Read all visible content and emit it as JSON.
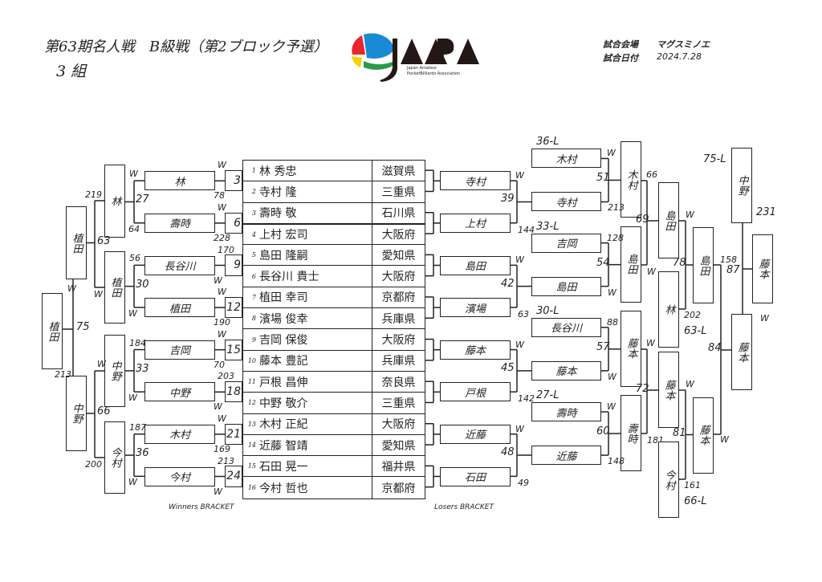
{
  "header": {
    "title": "第63期名人戦　B級戦（第2ブロック予選）",
    "group": "3 組",
    "venue_label": "試合会場",
    "venue": "マグスミノエ",
    "date_label": "試合日付",
    "date": "2024.7.28",
    "logo": {
      "text": "JAPA",
      "sub1": "Japan Amateur",
      "sub2": "PocketBilliards Association",
      "colors": [
        "#e8262c",
        "#1a8ad4",
        "#f5d200",
        "#2a9a4a",
        "#231815"
      ]
    }
  },
  "players": [
    {
      "no": "1",
      "name": "林 秀忠",
      "pref": "滋賀県"
    },
    {
      "no": "2",
      "name": "寺村 隆",
      "pref": "三重県"
    },
    {
      "no": "3",
      "name": "壽時 敬",
      "pref": "石川県"
    },
    {
      "no": "4",
      "name": "上村 宏司",
      "pref": "大阪府"
    },
    {
      "no": "5",
      "name": "島田 隆嗣",
      "pref": "愛知県"
    },
    {
      "no": "6",
      "name": "長谷川 貴士",
      "pref": "大阪府"
    },
    {
      "no": "7",
      "name": "植田 幸司",
      "pref": "京都府"
    },
    {
      "no": "8",
      "name": "濱場 俊幸",
      "pref": "兵庫県"
    },
    {
      "no": "9",
      "name": "吉岡 保俊",
      "pref": "大阪府"
    },
    {
      "no": "10",
      "name": "藤本 豊記",
      "pref": "兵庫県"
    },
    {
      "no": "11",
      "name": "戸根 昌伸",
      "pref": "奈良県"
    },
    {
      "no": "12",
      "name": "中野 敬介",
      "pref": "三重県"
    },
    {
      "no": "13",
      "name": "木村 正紀",
      "pref": "大阪府"
    },
    {
      "no": "14",
      "name": "近藤 智靖",
      "pref": "愛知県"
    },
    {
      "no": "15",
      "name": "石田 晃一",
      "pref": "福井県"
    },
    {
      "no": "16",
      "name": "今村 哲也",
      "pref": "京都府"
    }
  ],
  "winners": {
    "caption": "Winners BRACKET",
    "match_numbers": [
      "3",
      "6",
      "9",
      "12",
      "15",
      "18",
      "21",
      "24"
    ],
    "r1": [
      "林",
      "壽時",
      "長谷川",
      "植田",
      "吉岡",
      "中野",
      "木村",
      "今村"
    ],
    "r1_marks": [
      [
        "W",
        "78"
      ],
      [
        "W",
        "228"
      ],
      [
        "170",
        "W"
      ],
      [
        "W",
        "190"
      ],
      [
        "W",
        "70"
      ],
      [
        "203",
        "W"
      ],
      [
        "W",
        "169"
      ],
      [
        "213",
        "W"
      ]
    ],
    "r2": [
      "林",
      "植田",
      "中野",
      "今村"
    ],
    "r2_marks": [
      [
        "W",
        "27",
        "64"
      ],
      [
        "56",
        "30",
        "W"
      ],
      [
        "184",
        "33",
        "W"
      ],
      [
        "187",
        "36",
        "W"
      ]
    ],
    "r3": [
      "植田",
      "中野"
    ],
    "r3_marks": [
      [
        "219",
        "63",
        "W"
      ],
      [
        "W",
        "66",
        "200"
      ]
    ],
    "final": "植田",
    "final_marks": [
      "W",
      "75",
      "213"
    ]
  },
  "losers": {
    "caption": "Losers BRACKET",
    "r1": [
      "寺村",
      "上村",
      "島田",
      "濱場",
      "藤本",
      "戸根",
      "近藤",
      "石田"
    ],
    "r1_marks": [
      [
        "W",
        "39",
        "144"
      ],
      [
        "W",
        "42",
        "63"
      ],
      [
        "W",
        "45",
        "142"
      ],
      [
        "W",
        "48",
        "49"
      ]
    ],
    "drops": [
      "木村",
      "吉岡",
      "長谷川",
      "壽時"
    ],
    "drop_labels": [
      "36-L",
      "33-L",
      "30-L",
      "27-L"
    ],
    "r2": [
      "寺村",
      "島田",
      "藤本",
      "近藤"
    ],
    "r2_marks": [
      [
        "W",
        "51",
        "213"
      ],
      [
        "128",
        "54",
        "W"
      ],
      [
        "88",
        "57",
        "W"
      ],
      [
        "W",
        "60",
        "148"
      ]
    ],
    "r3": [
      "木村",
      "島田",
      "藤本",
      "壽時"
    ],
    "r3_marks": [
      [
        "66",
        "69",
        "W"
      ],
      [
        "W",
        "72",
        "181"
      ]
    ],
    "r4": [
      "島田",
      "藤本"
    ],
    "drops2": [
      "林",
      "今村"
    ],
    "drop2_labels": [
      "63-L",
      "66-L"
    ],
    "r4_marks": [
      [
        "W",
        "78",
        "202"
      ],
      [
        "W",
        "81",
        "161"
      ]
    ],
    "r5": [
      "島田",
      "藤本"
    ],
    "r5_marks": [
      "158",
      "84",
      "W"
    ],
    "r6": "藤本",
    "drop3": "中野",
    "drop3_label": "75-L",
    "drop3_score": "231",
    "final_marks": [
      "87",
      "W"
    ],
    "final": "藤本"
  }
}
